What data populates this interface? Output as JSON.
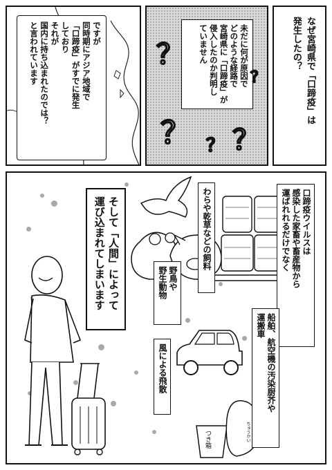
{
  "panel1": {
    "text": "ですが\n同時期にアジア地域で\n「口蹄疫」がすでに発生\nしており\nそれが\n国内に持ち込まれたのでは？\nと言われています"
  },
  "panel2": {
    "text": "未だに何が原因で\nどのような経路で\n宮崎県に「口蹄疫」が\n侵入したのか判明し\nていません",
    "marks": [
      "？",
      "？",
      "？",
      "？",
      "？"
    ]
  },
  "panel3": {
    "text": "なぜ宮崎県で「口蹄疫」は\n発生したの？"
  },
  "panel4": {
    "main_caption": "そして「人間」によって\n運び込まれてしまいます",
    "caption_virus": "口蹄疫ウイルスは\n感染した家畜や畜産物から\n運ばれれるだけでなく",
    "caption_feed": "わらや乾草などの飼料",
    "caption_animals": "野鳥や\n野生動物",
    "caption_transport": "船舶、航空機の汚染厨芥や\n運搬車",
    "caption_wind": "風による飛散",
    "furigana": "ちゅうかい",
    "bin_label": "つき箱"
  }
}
